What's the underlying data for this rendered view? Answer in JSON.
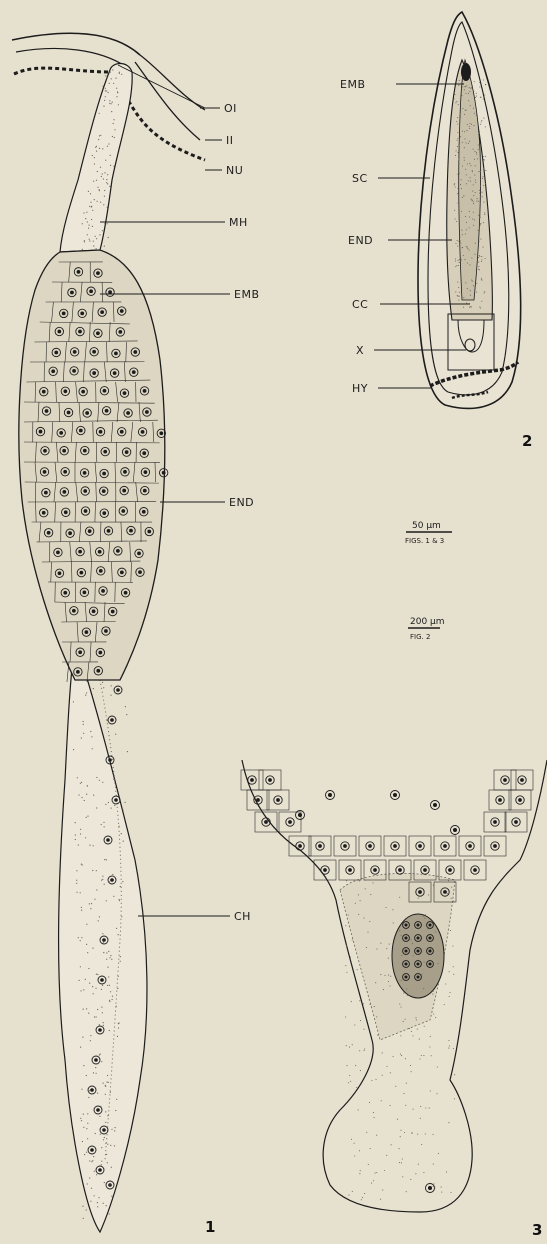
{
  "figures": {
    "fig1": {
      "number": "1",
      "labels": {
        "oi": "OI",
        "ii": "II",
        "nu": "NU",
        "mh": "MH",
        "emb": "EMB",
        "end": "END",
        "ch": "CH"
      }
    },
    "fig2": {
      "number": "2",
      "labels": {
        "emb": "EMB",
        "sc": "SC",
        "end": "END",
        "cc": "CC",
        "x": "X",
        "hy": "HY"
      }
    },
    "fig3": {
      "number": "3"
    }
  },
  "scale_bars": {
    "bar1": {
      "value": "50 µm",
      "caption": "FIGS. 1 & 3"
    },
    "bar2": {
      "value": "200 µm",
      "caption": "FIG. 2"
    }
  },
  "colors": {
    "background": "#e6e0cf",
    "ink": "#1c1c1c",
    "stipple": "#6b665a"
  }
}
